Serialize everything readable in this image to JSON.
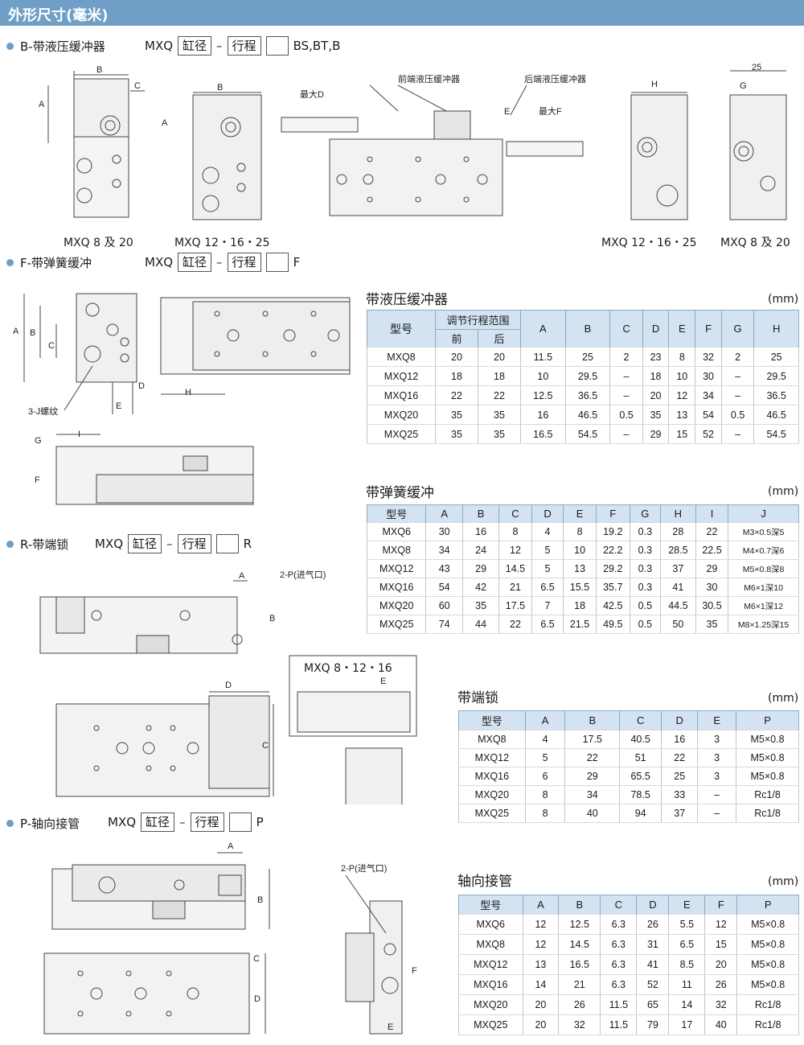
{
  "header": {
    "title": "外形尺寸(毫米)"
  },
  "sections": {
    "b": {
      "title": "B-带液压缓冲器",
      "code_prefix": "MXQ",
      "box1": "缸径",
      "box2": "行程",
      "suffix": "BS,BT,B"
    },
    "f": {
      "title": "F-带弹簧缓冲",
      "code_prefix": "MXQ",
      "box1": "缸径",
      "box2": "行程",
      "suffix": "F"
    },
    "r": {
      "title": "R-带端锁",
      "code_prefix": "MXQ",
      "box1": "缸径",
      "box2": "行程",
      "suffix": "R"
    },
    "p": {
      "title": "P-轴向接管",
      "code_prefix": "MXQ",
      "box1": "缸径",
      "box2": "行程",
      "suffix": "P"
    }
  },
  "drawing_labels": {
    "b_left1": "MXQ 8 及 20",
    "b_left2": "MXQ 12・16・25",
    "b_right1": "MXQ 12・16・25",
    "b_right2": "MXQ 8 及 20",
    "front_buffer": "前端液压缓冲器",
    "rear_buffer": "后端液压缓冲器",
    "max_d": "最大D",
    "max_f": "最大F",
    "thread_j": "3-J螺纹",
    "port_p": "2-P(进气口)",
    "r_sizes": "MXQ 8・12・16",
    "dim25": "25",
    "A": "A",
    "B": "B",
    "C": "C",
    "D": "D",
    "E": "E",
    "F": "F",
    "G": "G",
    "H": "H",
    "I": "I"
  },
  "tables": {
    "hydraulic": {
      "title": "带液压缓冲器",
      "unit": "(mm)",
      "model_header": "型号",
      "range_header": "调节行程范围",
      "sub_headers": [
        "前",
        "后"
      ],
      "cols": [
        "A",
        "B",
        "C",
        "D",
        "E",
        "F",
        "G",
        "H"
      ],
      "rows": [
        [
          "MXQ8",
          "20",
          "20",
          "11.5",
          "25",
          "2",
          "23",
          "8",
          "32",
          "2",
          "25"
        ],
        [
          "MXQ12",
          "18",
          "18",
          "10",
          "29.5",
          "–",
          "18",
          "10",
          "30",
          "–",
          "29.5"
        ],
        [
          "MXQ16",
          "22",
          "22",
          "12.5",
          "36.5",
          "–",
          "20",
          "12",
          "34",
          "–",
          "36.5"
        ],
        [
          "MXQ20",
          "35",
          "35",
          "16",
          "46.5",
          "0.5",
          "35",
          "13",
          "54",
          "0.5",
          "46.5"
        ],
        [
          "MXQ25",
          "35",
          "35",
          "16.5",
          "54.5",
          "–",
          "29",
          "15",
          "52",
          "–",
          "54.5"
        ]
      ]
    },
    "spring": {
      "title": "带弹簧缓冲",
      "unit": "(mm)",
      "headers": [
        "型号",
        "A",
        "B",
        "C",
        "D",
        "E",
        "F",
        "G",
        "H",
        "I",
        "J"
      ],
      "rows": [
        [
          "MXQ6",
          "30",
          "16",
          "8",
          "4",
          "8",
          "19.2",
          "0.3",
          "28",
          "22",
          "M3×0.5深5"
        ],
        [
          "MXQ8",
          "34",
          "24",
          "12",
          "5",
          "10",
          "22.2",
          "0.3",
          "28.5",
          "22.5",
          "M4×0.7深6"
        ],
        [
          "MXQ12",
          "43",
          "29",
          "14.5",
          "5",
          "13",
          "29.2",
          "0.3",
          "37",
          "29",
          "M5×0.8深8"
        ],
        [
          "MXQ16",
          "54",
          "42",
          "21",
          "6.5",
          "15.5",
          "35.7",
          "0.3",
          "41",
          "30",
          "M6×1深10"
        ],
        [
          "MXQ20",
          "60",
          "35",
          "17.5",
          "7",
          "18",
          "42.5",
          "0.5",
          "44.5",
          "30.5",
          "M6×1深12"
        ],
        [
          "MXQ25",
          "74",
          "44",
          "22",
          "6.5",
          "21.5",
          "49.5",
          "0.5",
          "50",
          "35",
          "M8×1.25深15"
        ]
      ]
    },
    "endlock": {
      "title": "带端锁",
      "unit": "(mm)",
      "headers": [
        "型号",
        "A",
        "B",
        "C",
        "D",
        "E",
        "P"
      ],
      "rows": [
        [
          "MXQ8",
          "4",
          "17.5",
          "40.5",
          "16",
          "3",
          "M5×0.8"
        ],
        [
          "MXQ12",
          "5",
          "22",
          "51",
          "22",
          "3",
          "M5×0.8"
        ],
        [
          "MXQ16",
          "6",
          "29",
          "65.5",
          "25",
          "3",
          "M5×0.8"
        ],
        [
          "MXQ20",
          "8",
          "34",
          "78.5",
          "33",
          "–",
          "Rc1/8"
        ],
        [
          "MXQ25",
          "8",
          "40",
          "94",
          "37",
          "–",
          "Rc1/8"
        ]
      ]
    },
    "axial": {
      "title": "轴向接管",
      "unit": "(mm)",
      "headers": [
        "型号",
        "A",
        "B",
        "C",
        "D",
        "E",
        "F",
        "P"
      ],
      "rows": [
        [
          "MXQ6",
          "12",
          "12.5",
          "6.3",
          "26",
          "5.5",
          "12",
          "M5×0.8"
        ],
        [
          "MXQ8",
          "12",
          "14.5",
          "6.3",
          "31",
          "6.5",
          "15",
          "M5×0.8"
        ],
        [
          "MXQ12",
          "13",
          "16.5",
          "6.3",
          "41",
          "8.5",
          "20",
          "M5×0.8"
        ],
        [
          "MXQ16",
          "14",
          "21",
          "6.3",
          "52",
          "11",
          "26",
          "M5×0.8"
        ],
        [
          "MXQ20",
          "20",
          "26",
          "11.5",
          "65",
          "14",
          "32",
          "Rc1/8"
        ],
        [
          "MXQ25",
          "20",
          "32",
          "11.5",
          "79",
          "17",
          "40",
          "Rc1/8"
        ]
      ]
    }
  }
}
